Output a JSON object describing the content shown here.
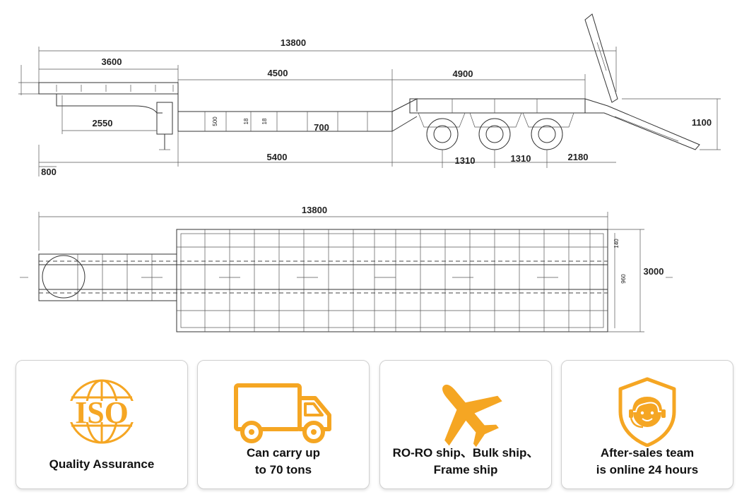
{
  "side_view": {
    "overall_length": "13800",
    "gooseneck_length": "3600",
    "mid_deck_length": "4500",
    "rear_length": "4900",
    "gooseneck_height": "2550",
    "well_length": "5400",
    "front_overhang": "800",
    "deck_height": "700",
    "beam_height": "500",
    "web_a": "18",
    "web_b": "18",
    "axle_spacing_1": "1310",
    "axle_spacing_2": "1310",
    "rear_overhang": "2180",
    "ramp_height": "1100"
  },
  "top_view": {
    "overall_length": "13800",
    "width": "3000",
    "side_dim_a": "140",
    "side_dim_b": "960"
  },
  "features": [
    {
      "icon": "iso-icon",
      "badge": "ISO",
      "lines": [
        "Quality Assurance"
      ]
    },
    {
      "icon": "truck-icon",
      "lines": [
        "Can carry up",
        "to 70 tons"
      ]
    },
    {
      "icon": "airplane-icon",
      "lines": [
        "RO-RO ship、Bulk ship、",
        "Frame ship"
      ]
    },
    {
      "icon": "support-agent-icon",
      "lines": [
        "After-sales team",
        "is online 24 hours"
      ]
    }
  ],
  "colors": {
    "accent": "#F5A623",
    "line": "#333333"
  }
}
